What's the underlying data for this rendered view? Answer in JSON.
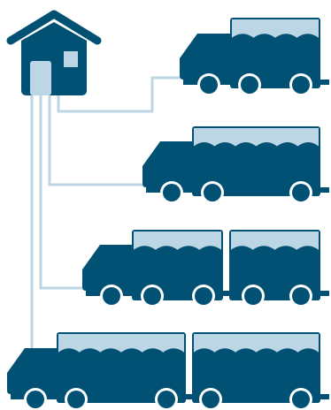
{
  "colors": {
    "primary": "#005173",
    "accent": "#BDD6E6",
    "background": "#FFFFFF"
  },
  "icons": {
    "house": "house-icon",
    "vehicle": "truck-icon"
  },
  "vehicles": [
    {
      "trailers": 0
    },
    {
      "trailers": 0
    },
    {
      "trailers": 1
    },
    {
      "trailers": 1
    }
  ]
}
